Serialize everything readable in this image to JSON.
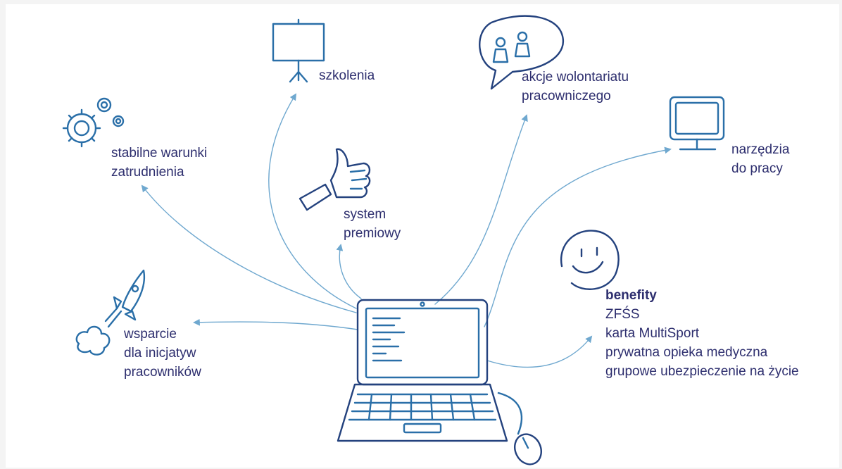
{
  "colors": {
    "text": "#2d2e6e",
    "line": "#6fa8cf",
    "icon": "#2a6fa8",
    "background": "#ffffff"
  },
  "nodes": {
    "szkolenia": {
      "lines": [
        "szkolenia"
      ],
      "icon": "presentation-board-icon"
    },
    "wolontariat": {
      "lines": [
        "akcje wolontariatu",
        "pracowniczego"
      ],
      "icon": "speech-bubble-people-icon"
    },
    "warunki": {
      "lines": [
        "stabilne warunki",
        "zatrudnienia"
      ],
      "icon": "gears-icon"
    },
    "narzedzia": {
      "lines": [
        "narzędzia",
        "do pracy"
      ],
      "icon": "monitor-icon"
    },
    "premiowy": {
      "lines": [
        "system",
        "premiowy"
      ],
      "icon": "thumbs-up-icon"
    },
    "wsparcie": {
      "lines": [
        "wsparcie",
        "dla inicjatyw",
        "pracowników"
      ],
      "icon": "rocket-icon"
    },
    "benefity": {
      "title": "benefity",
      "lines": [
        "ZFŚS",
        "karta MultiSport",
        "prywatna opieka medyczna",
        "grupowe ubezpieczenie na życie"
      ],
      "icon": "smiley-face-icon"
    }
  },
  "center": {
    "icon": "laptop-icon",
    "mouse_icon": "computer-mouse-icon"
  }
}
